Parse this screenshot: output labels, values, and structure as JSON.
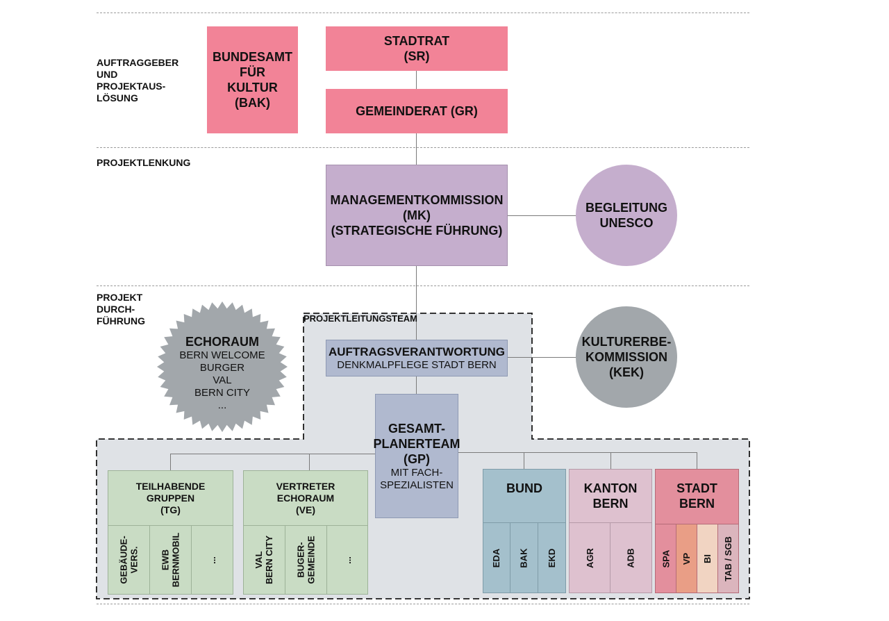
{
  "sections": {
    "auftraggeber": "AUFTRAGGEBER\nUND\nPROJEKTAUS-\nLÖSUNG",
    "projektlenkung": "PROJEKTLENKUNG",
    "durchfuehrung": "PROJEKT\nDURCH-\nFÜHRUNG"
  },
  "bak": {
    "lines": [
      "BUNDESAMT",
      "FÜR",
      "KULTUR",
      "(BAK)"
    ]
  },
  "stadtrat": {
    "lines": [
      "STADTRAT",
      "(SR)"
    ]
  },
  "gemeinderat": {
    "label": "GEMEINDERAT (GR)"
  },
  "mk": {
    "lines": [
      "MANAGEMENTKOMMISSION",
      "(MK)",
      "(STRATEGISCHE FÜHRUNG)"
    ]
  },
  "unesco": {
    "lines": [
      "BEGLEITUNG",
      "UNESCO"
    ]
  },
  "echoraum": {
    "title": "ECHORAUM",
    "items": [
      "BERN WELCOME",
      "BURGER",
      "VAL",
      "BERN CITY",
      "..."
    ]
  },
  "projektleitungsteam": {
    "label": "PROJEKTLEITUNGSTEAM"
  },
  "auftragsverantwortung": {
    "title": "AUFTRAGSVERANTWORTUNG",
    "sub": "DENKMALPFLEGE  STADT BERN"
  },
  "kek": {
    "lines": [
      "KULTURERBE-",
      "KOMMISSION (KEK)"
    ]
  },
  "gp": {
    "lines": [
      "GESAMT-",
      "PLANERTEAM",
      "(GP)"
    ],
    "sub": [
      "MIT FACH-",
      "SPEZIALISTEN"
    ]
  },
  "tg": {
    "lines": [
      "TEILHABENDE",
      "GRUPPEN",
      "(TG)"
    ],
    "subs": [
      "GEBÄUDE-\nVERS.",
      "EWB\nBERNMOBIL",
      "..."
    ]
  },
  "ve": {
    "lines": [
      "VERTRETER",
      "ECHORAUM",
      "(VE)"
    ],
    "subs": [
      "VAL\nBERN CITY",
      "BUGER-\nGEMEINDE",
      "..."
    ]
  },
  "bund": {
    "title": "BUND",
    "subs": [
      "EDA",
      "BAK",
      "EKD"
    ]
  },
  "kanton": {
    "lines": [
      "KANTON",
      "BERN"
    ],
    "subs": [
      "AGR",
      "ADB"
    ]
  },
  "stadt": {
    "lines": [
      "STADT",
      "BERN"
    ],
    "subs": [
      "SPA",
      "VP",
      "BI",
      "TAB / SGB"
    ]
  },
  "colors": {
    "pink": "#f28397",
    "purple": "#c5aecd",
    "gray_circle": "#a2a7ab",
    "team_bg": "#dfe2e6",
    "blue_box": "#b0b9cf",
    "green": "#c9dcc4",
    "bund_blue": "#a4c0cc",
    "kanton_pink": "#dec1cf",
    "stadt_red": "#e38f9d",
    "vp_orange": "#e99e86",
    "bi_peach": "#f1d4c2",
    "tab_pink": "#dbb5bd"
  }
}
